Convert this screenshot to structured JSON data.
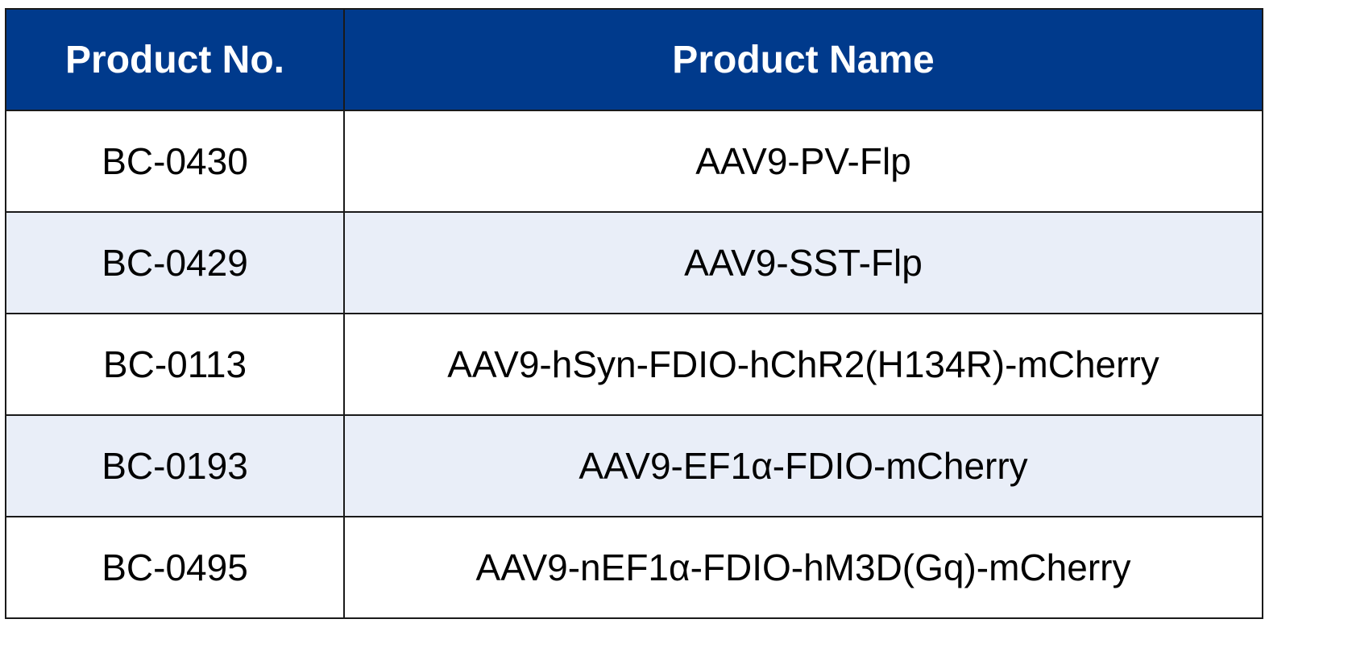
{
  "table": {
    "headers": {
      "product_no": "Product No.",
      "product_name": "Product Name"
    },
    "rows": [
      {
        "product_no": "BC-0430",
        "product_name": "AAV9-PV-Flp"
      },
      {
        "product_no": "BC-0429",
        "product_name": "AAV9-SST-Flp"
      },
      {
        "product_no": "BC-0113",
        "product_name": "AAV9-hSyn-FDIO-hChR2(H134R)-mCherry"
      },
      {
        "product_no": "BC-0193",
        "product_name": "AAV9-EF1α-FDIO-mCherry"
      },
      {
        "product_no": "BC-0495",
        "product_name": "AAV9-nEF1α-FDIO-hM3D(Gq)-mCherry"
      }
    ]
  },
  "colors": {
    "header_background": "#003a8c",
    "header_text": "#ffffff",
    "row_alt_background": "#e9eef8",
    "border": "#1a1a1a"
  }
}
